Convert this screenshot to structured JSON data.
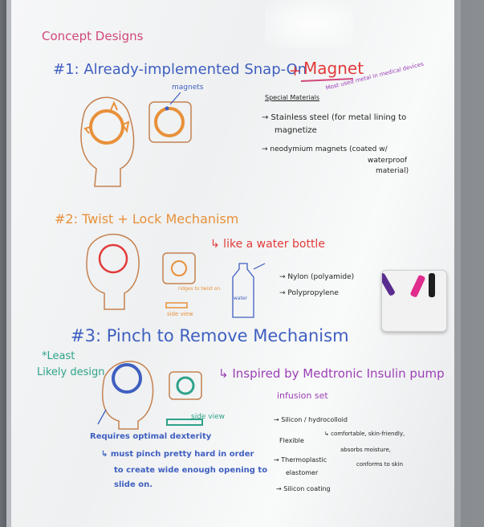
{
  "title": "Concept Designs",
  "design1": {
    "heading_prefix": "#1: Already-implemented Snap-On",
    "heading_plus": "+",
    "heading_magnet": "Magnet",
    "magnets_label": "magnets",
    "special_materials": "Special Materials",
    "most_used": "Most used metal in medical devices",
    "item1_line1": "→ Stainless steel (for metal lining to",
    "item1_line2": "magnetize",
    "item2_line1": "→ neodymium magnets (coated w/",
    "item2_line2": "waterproof",
    "item2_line3": "material)"
  },
  "design2": {
    "heading": "#2: Twist + Lock Mechanism",
    "like_bottle": "↳ like a water bottle",
    "ridges": "ridges to twist on",
    "side_view": "side view",
    "bottle_label": "water",
    "item1": "→ Nylon (polyamide)",
    "item2": "→ Polypropylene"
  },
  "design3": {
    "heading": "#3: Pinch to Remove Mechanism",
    "least": "*Least",
    "likely": "Likely design",
    "inspired": "↳ Inspired by Medtronic Insulin pump",
    "infusion": "infusion set",
    "side_view": "side view",
    "req_line1": "Requires optimal dexterity",
    "req_line2": "↳ must pinch pretty hard in order",
    "req_line3": "to create wide enough opening to",
    "req_line4": "slide on.",
    "mat1": "→ Silicon / hydrocolloid",
    "mat2": "Flexible",
    "mat3": "↳ comfortable, skin-friendly,",
    "mat4": "absorbs moisture,",
    "mat5": "conforms to skin",
    "mat6": "→ Thermoplastic",
    "mat7": "elastomer",
    "mat8": "→ Silicon coating"
  },
  "colors": {
    "pink": "#d0487a",
    "blue": "#3f5fc0",
    "orange": "#e8903a",
    "red": "#e23a3a",
    "teal": "#2ea28a",
    "purple": "#9b3fb5"
  }
}
